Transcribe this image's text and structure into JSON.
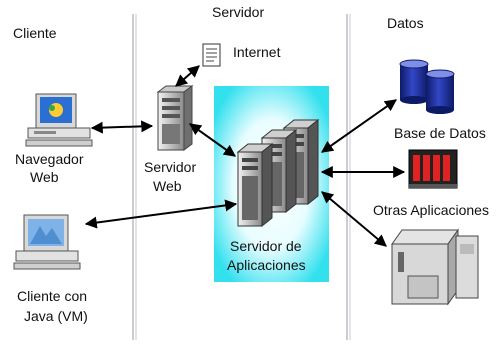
{
  "columns": {
    "client": "Cliente",
    "server": "Servidor",
    "data": "Datos"
  },
  "nodes": {
    "browser_line1": "Navegador",
    "browser_line2": "Web",
    "java_client_line1": "Cliente con",
    "java_client_line2": "Java (VM)",
    "web_server_line1": "Servidor",
    "web_server_line2": "Web",
    "internet": "Internet",
    "app_server_line1": "Servidor de",
    "app_server_line2": "Aplicaciones",
    "database": "Base de Datos",
    "other_apps": "Otras Aplicaciones"
  },
  "colors": {
    "app_zone": "#33e0ee",
    "divider": "#9a9aa8",
    "db_cylinder": "#2233aa",
    "monitor_screen": "#2a6fd1"
  },
  "icons": [
    "browser-computer-icon",
    "java-computer-icon",
    "web-server-tower-icon",
    "internet-document-icon",
    "app-server-cluster-icon",
    "database-cylinders-icon",
    "storage-array-icon",
    "mainframe-icon"
  ]
}
